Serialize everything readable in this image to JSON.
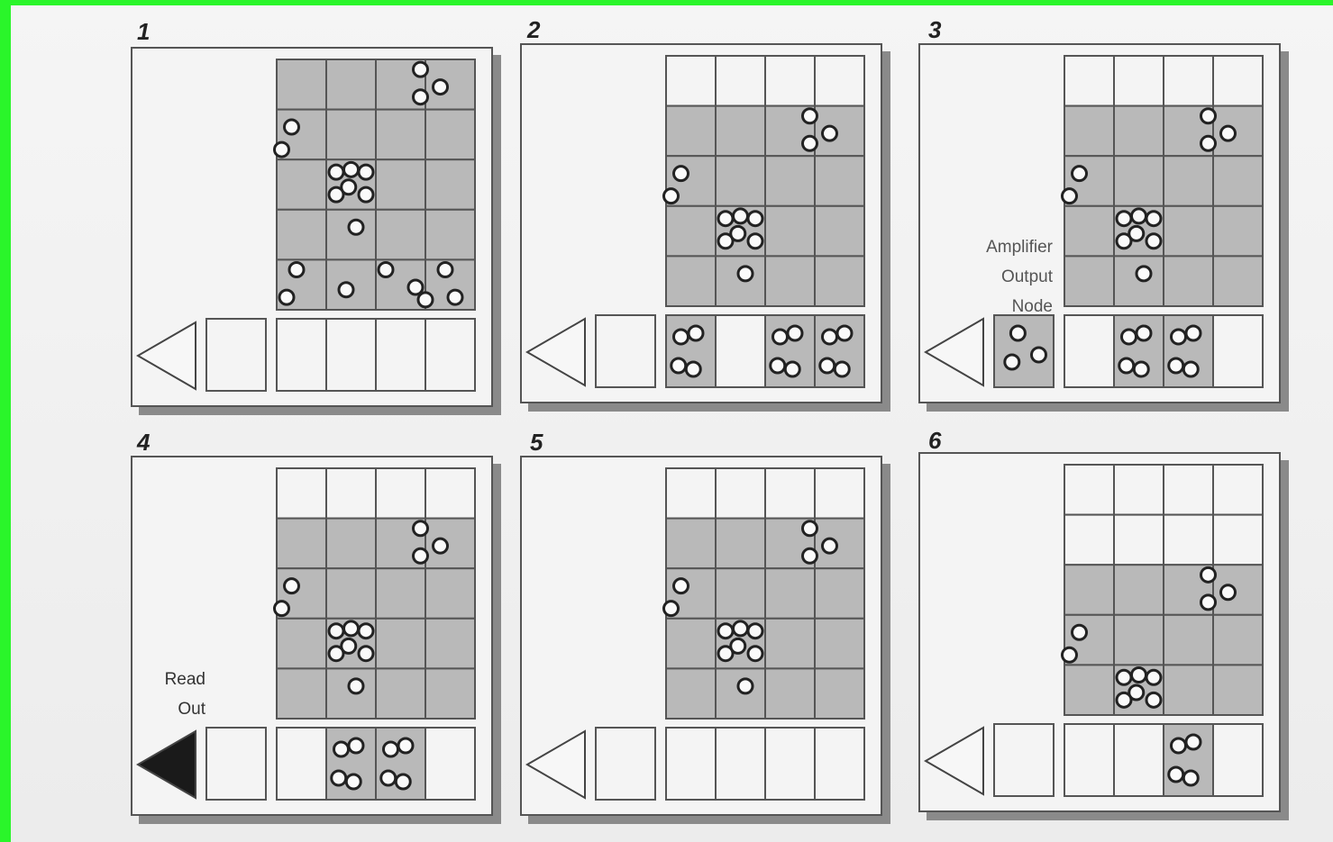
{
  "panels": [
    {
      "label": "1",
      "col": 0,
      "row": 0,
      "pixel_rows": 5,
      "shift": 0,
      "arrow_filled": false,
      "node": [],
      "register": [
        [],
        [],
        [],
        []
      ]
    },
    {
      "label": "2",
      "col": 1,
      "row": 0,
      "pixel_rows": 5,
      "shift": 1,
      "arrow_filled": false,
      "node": [],
      "register": [
        [
          0.5,
          0.5
        ],
        [],
        [
          0.5,
          0.5
        ],
        [
          0.5,
          0.5
        ]
      ]
    },
    {
      "label": "3",
      "col": 2,
      "row": 0,
      "pixel_rows": 5,
      "shift": 1,
      "arrow_filled": false,
      "node": [
        0.5,
        0.5
      ],
      "register": [
        [],
        [
          0.5,
          0.5
        ],
        [
          0.5,
          0.5
        ],
        []
      ]
    },
    {
      "label": "4",
      "col": 0,
      "row": 1,
      "pixel_rows": 5,
      "shift": 1,
      "arrow_filled": true,
      "node": [],
      "register": [
        [],
        [
          0.5,
          0.5
        ],
        [
          0.5,
          0.5
        ],
        []
      ]
    },
    {
      "label": "5",
      "col": 1,
      "row": 1,
      "pixel_rows": 5,
      "shift": 1,
      "arrow_filled": false,
      "node": [],
      "register": [
        [],
        [],
        [],
        []
      ]
    },
    {
      "label": "6",
      "col": 2,
      "row": 1,
      "pixel_rows": 5,
      "shift": 2,
      "arrow_filled": false,
      "node": [],
      "register": [
        [],
        [],
        [
          0.5,
          0.5
        ],
        []
      ]
    }
  ],
  "annotations": {
    "amplifier_line1": "Amplifier",
    "amplifier_line2": "Output",
    "amplifier_line3": "Node",
    "readout_line1": "Read",
    "readout_line2": "Out"
  },
  "colors": {
    "shaded": "#b9b9b9",
    "empty": "#f4f4f4",
    "grid": "#555555",
    "frame": "#2af52a"
  }
}
